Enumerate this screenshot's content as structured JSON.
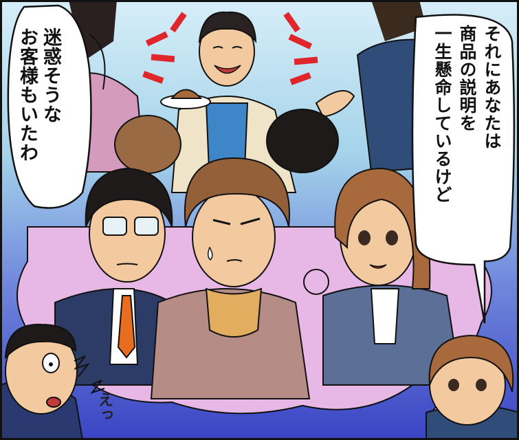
{
  "speech_bubbles": {
    "left_lines": [
      "迷惑そうな",
      "お客様もいたわ"
    ],
    "right_lines": [
      "それにあなたは",
      "商品の説明を",
      "一生懸命しているけど"
    ]
  },
  "sound_effect": "えっ",
  "colors": {
    "background_top": "#c8e6f3",
    "background_bottom": "#3a48c8",
    "thought_cloud": "#e7b8e6",
    "border": "#111111"
  }
}
